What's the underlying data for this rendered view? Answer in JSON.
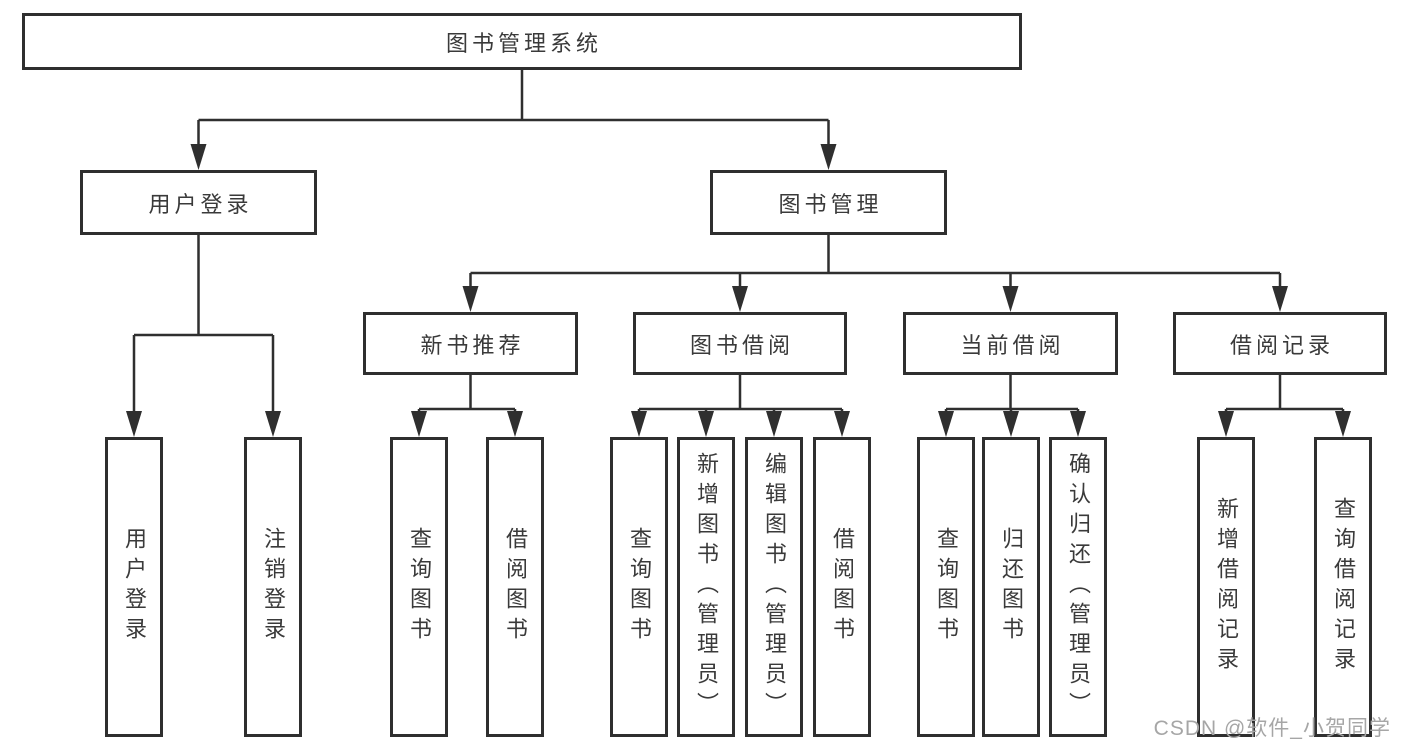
{
  "nodes": {
    "root": {
      "label": "图书管理系统"
    },
    "user_login": {
      "label": "用户登录"
    },
    "book_management": {
      "label": "图书管理"
    },
    "new_book_recommend": {
      "label": "新书推荐"
    },
    "book_borrowing": {
      "label": "图书借阅"
    },
    "current_borrowing": {
      "label": "当前借阅"
    },
    "borrowing_records": {
      "label": "借阅记录"
    }
  },
  "leaves": {
    "login_user_login": {
      "label": "用户登录"
    },
    "login_logout": {
      "label": "注销登录"
    },
    "recommend_query_books": {
      "label": "查询图书"
    },
    "recommend_borrow_books": {
      "label": "借阅图书"
    },
    "borrowing_query_books": {
      "label": "查询图书"
    },
    "borrowing_add_books_admin": {
      "label": "新增图书（管理员）"
    },
    "borrowing_edit_books_admin": {
      "label": "编辑图书（管理员）"
    },
    "borrowing_borrow_books": {
      "label": "借阅图书"
    },
    "current_query_books": {
      "label": "查询图书"
    },
    "current_return_books": {
      "label": "归还图书"
    },
    "current_confirm_return_admin": {
      "label": "确认归还（管理员）"
    },
    "records_add_borrow_record": {
      "label": "新增借阅记录"
    },
    "records_query_borrow_record": {
      "label": "查询借阅记录"
    }
  },
  "watermark": {
    "text": "CSDN @软件_小贺同学"
  },
  "colors": {
    "line": "#2f2f2f",
    "border": "#2f2f2f",
    "text": "#3a3a3a",
    "watermark": "#a6a6a6",
    "background": "#ffffff"
  }
}
